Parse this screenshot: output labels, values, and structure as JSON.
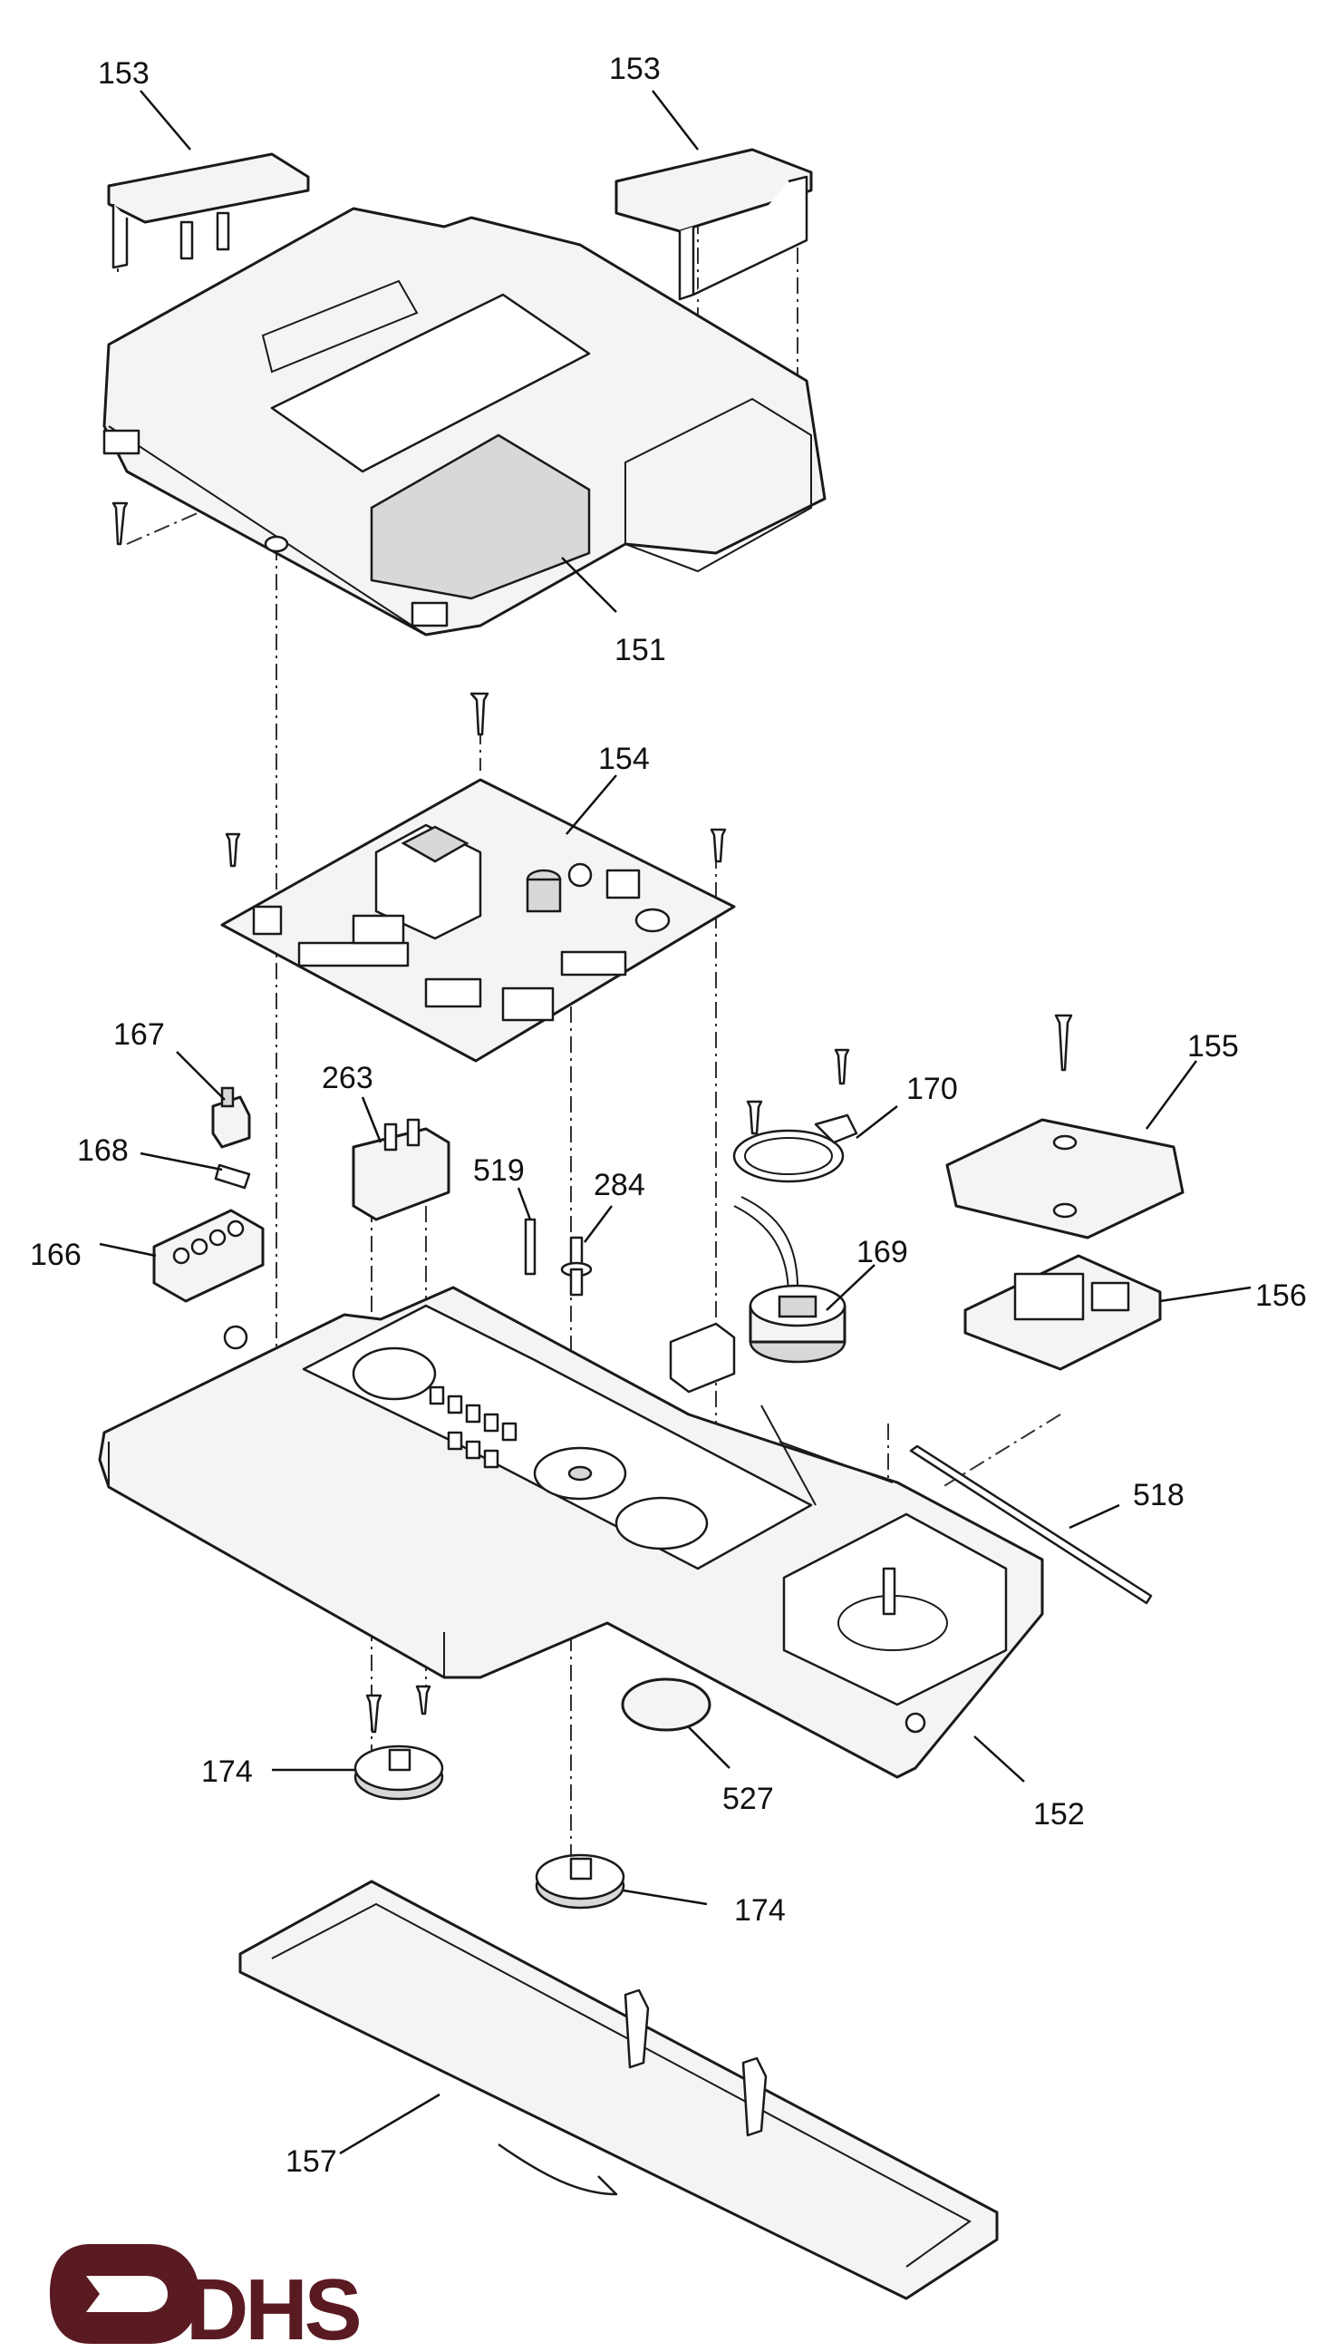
{
  "callouts": {
    "c153a": "153",
    "c153b": "153",
    "c151": "151",
    "c154": "154",
    "c167": "167",
    "c263": "263",
    "c168": "168",
    "c519": "519",
    "c284": "284",
    "c170": "170",
    "c155": "155",
    "c166": "166",
    "c169": "169",
    "c156": "156",
    "c518": "518",
    "c174a": "174",
    "c527": "527",
    "c152": "152",
    "c174b": "174",
    "c157": "157"
  },
  "logo": {
    "text": "DHS",
    "color": "#5a1a22"
  }
}
